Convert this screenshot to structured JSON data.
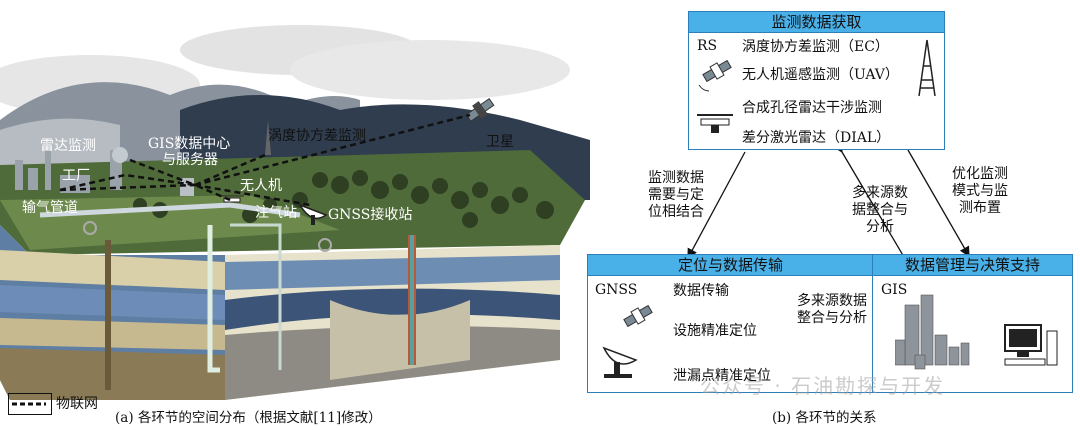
{
  "left": {
    "labels": {
      "radar": "雷达监测",
      "gis_center": "GIS数据中心",
      "server": "与服务器",
      "eddy": "涡度协方差监测",
      "satellite": "卫星",
      "factory": "工厂",
      "drone": "无人机",
      "pipeline": "输气管道",
      "injection": "注气站",
      "gnss": "GNSS接收站"
    },
    "legend": "物联网",
    "caption": "(a) 各环节的空间分布（根据文献[11]修改）"
  },
  "right": {
    "top_box": {
      "title": "监测数据获取",
      "tag": "RS",
      "items": [
        "涡度协方差监测（EC）",
        "无人机遥感监测（UAV）",
        "合成孔径雷达干涉监测",
        "差分激光雷达（DIAL）"
      ]
    },
    "left_box": {
      "title": "定位与数据传输",
      "tag": "GNSS",
      "items": [
        "数据传输",
        "设施精准定位",
        "泄漏点精准定位"
      ]
    },
    "right_box": {
      "title": "数据管理与决策支持",
      "tag": "GIS"
    },
    "arrows": {
      "a1": [
        "监测数据",
        "需要与定",
        "位相结合"
      ],
      "a2": [
        "多来源数",
        "据整合与",
        "分析"
      ],
      "a3": [
        "优化监测",
        "模式与监",
        "测布置"
      ],
      "a4": [
        "多来源数据",
        "整合与分析"
      ]
    },
    "caption": "(b) 各环节的关系"
  },
  "watermark": "公众号 · 石油勘探与开发",
  "colors": {
    "box_header": "#4ab0e8",
    "box_border": "#2c7fb8"
  }
}
